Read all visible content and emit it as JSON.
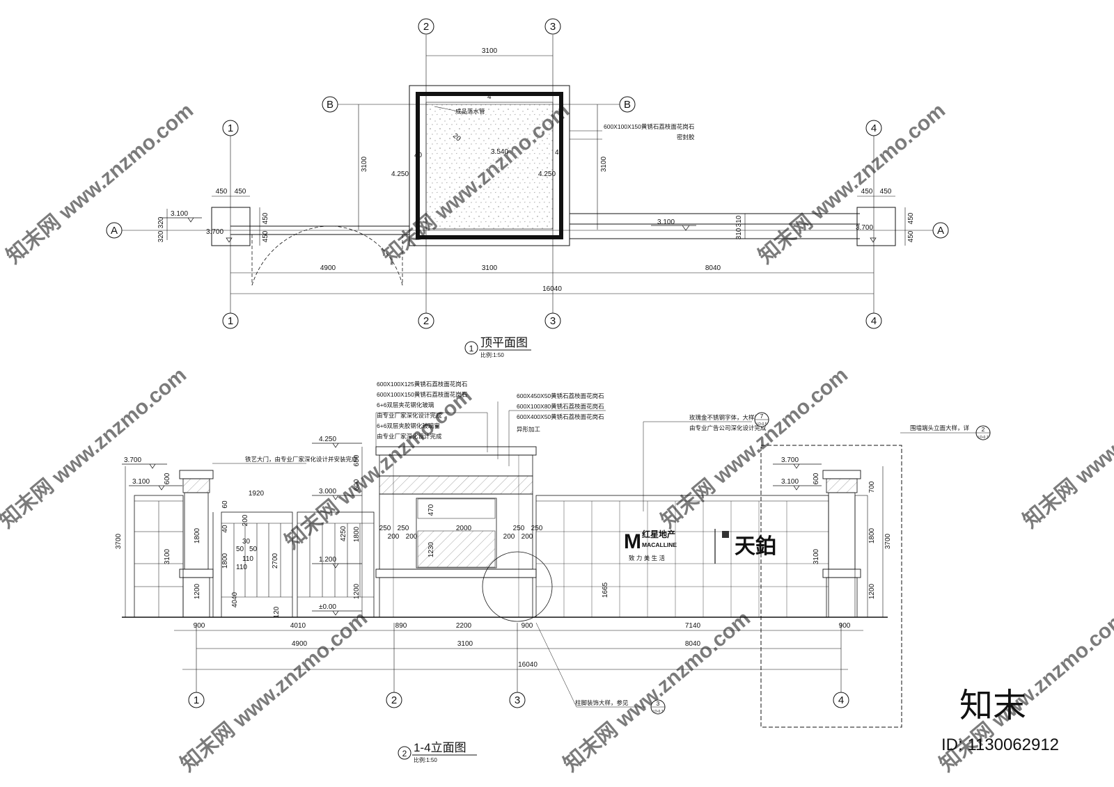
{
  "plan": {
    "title": "顶平面图",
    "title_no": "1",
    "scale": "比例:1:50",
    "axes_v": [
      "1",
      "2",
      "3",
      "4"
    ],
    "axes_h": [
      "A",
      "B"
    ],
    "dims": {
      "bay_23": "3100",
      "depth": "3100",
      "pier_half": "450",
      "side_h": "320",
      "side_h2": "310",
      "seg_1_2": "4900",
      "seg_2_3": "3100",
      "seg_3_4": "8040",
      "total": "16040"
    },
    "levels": {
      "top_side": "3.100",
      "pier": "3.700",
      "roof_center": "3.540",
      "roof_edge": "4.250",
      "pier_side": "3.100",
      "pier_r": "3.700"
    },
    "notes": [
      "成品落水管",
      "600X100X150黄锈石荔枝面花岗石",
      "密封胶"
    ],
    "misc": {
      "roof_d": "20",
      "roof_e": "40",
      "roof_f": "4"
    }
  },
  "elev": {
    "title": "1-4立面图",
    "title_no": "2",
    "scale": "比例:1:50",
    "axes": [
      "1",
      "2",
      "3",
      "4"
    ],
    "levels": {
      "pier_top": "3.700",
      "wall_top": "3.100",
      "roof_top": "4.250",
      "gate_top": "3.000",
      "mid": "1.200",
      "ground": "±0.00",
      "r_pier": "3.700",
      "r_wall": "3.100"
    },
    "material_notes": [
      "600X100X125黄锈石荔枝面花岗石",
      "600X100X150黄锈石荔枝面花岗石",
      "6+6双层夹花钢化玻璃",
      "由专业厂家深化设计完成",
      "6+6双层夹胶钢化玻璃窗",
      "由专业厂家深化设计完成"
    ],
    "material_notes_r": [
      "600X450X50黄锈石荔枝面花岗石",
      "600X100X80黄锈石荔枝面花岗石",
      "600X400X50黄锈石荔枝面花岗石",
      "异形加工"
    ],
    "gate_note": "铁艺大门，由专业厂家深化设计并安装完成",
    "sign_note": [
      "玫瑰金不锈钢字体，大样详",
      "由专业广告公司深化设计完成"
    ],
    "sign_ref": {
      "num": "7",
      "sheet": "LD-0.5"
    },
    "end_note": "围墙端头立面大样，详",
    "end_ref": {
      "num": "2",
      "sheet": "LD-0.7"
    },
    "base_note": "柱脚装饰大样，参见",
    "base_ref": {
      "num": "3",
      "sheet": "LD-0.7"
    },
    "signage": {
      "logo_letter": "M",
      "company": "红星地产",
      "company_en": "MACALLINE",
      "tagline": "致 力 美 生 活",
      "project": "天鉑"
    },
    "dims_bottom": {
      "a": "900",
      "b": "4010",
      "c": "890",
      "d": "2200",
      "e": "900",
      "f": "7140",
      "g": "900",
      "seg1": "4900",
      "seg2": "3100",
      "seg3": "8040",
      "total": "16040"
    },
    "dims_left": {
      "h_total": "3700",
      "upper": "600",
      "wall": "3100",
      "pier_up": "1800",
      "pier_low": "1200"
    },
    "dims_gate": {
      "width": "1920",
      "h_60": "60",
      "h_200": "200",
      "h_40": "40",
      "h_1800": "1800",
      "h_2700": "2700",
      "h_30": "30",
      "h_50": "50",
      "h_110": "110",
      "h_120": "120",
      "h_4040": "4040"
    },
    "dims_center": {
      "h_650": "650",
      "h_600": "600",
      "h_4250": "4250",
      "h_1800": "1800",
      "h_1200": "1200",
      "w_250": "250",
      "w_200": "200",
      "w_2000": "2000",
      "h_470": "470",
      "h_1230": "1230",
      "h_1665": "1665"
    },
    "dims_right": {
      "h_3700": "3700",
      "h_600": "600",
      "h_700": "700",
      "h_1800": "1800",
      "h_1200": "1200",
      "h_3100": "3100"
    }
  },
  "branding": {
    "logo": "知末",
    "id": "ID: 1130062912",
    "watermark": "知末网 www.znzmo.com"
  }
}
